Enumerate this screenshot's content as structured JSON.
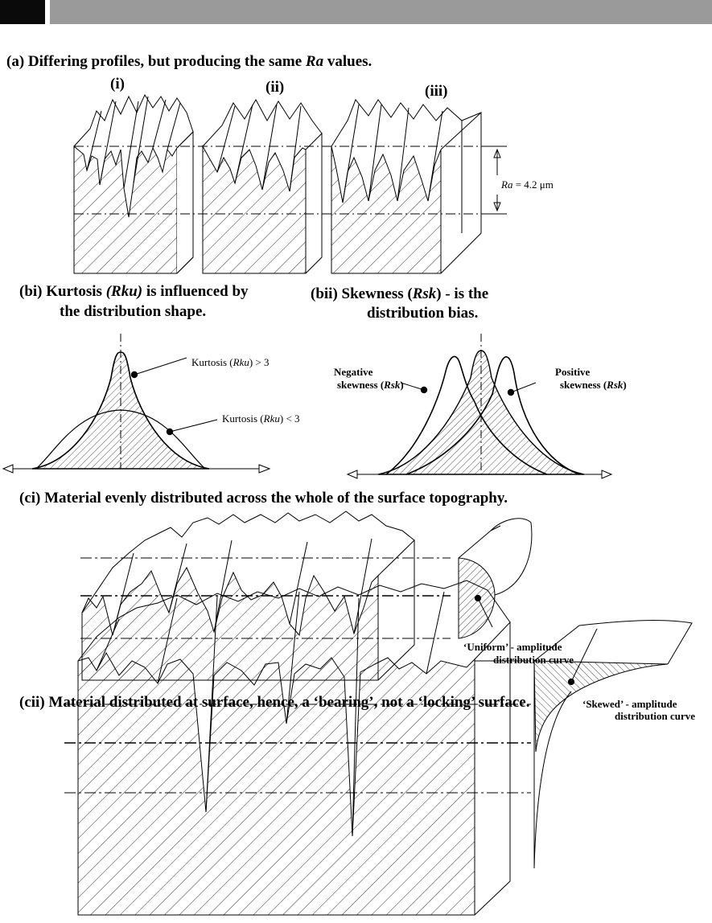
{
  "header": {
    "page_label": ""
  },
  "section_a": {
    "title_prefix": "(a) Differing profiles, but producing the same ",
    "title_param": "Ra",
    "title_suffix": " values.",
    "labels": [
      "(i)",
      "(ii)",
      "(iii)"
    ],
    "ra_prefix": "Ra",
    "ra_value": " = 4.2 μm"
  },
  "section_bi": {
    "title_line1_prefix": "(bi)  Kurtosis ",
    "title_line1_param": "(Rku)",
    "title_line1_suffix": " is influenced by",
    "title_line2": "the distribution shape.",
    "label_gt_prefix": "Kurtosis (",
    "label_gt_param": "Rku",
    "label_gt_suffix": ") > 3",
    "label_lt_prefix": "Kurtosis (",
    "label_lt_param": "Rku",
    "label_lt_suffix": ") < 3"
  },
  "section_bii": {
    "title_line1_prefix": "(bii) Skewness (",
    "title_line1_param": "Rsk",
    "title_line1_suffix": ") - is the",
    "title_line2": "distribution bias.",
    "neg_line1": "Negative",
    "neg_line2_prefix": "skewness (",
    "neg_line2_param": "Rsk",
    "neg_line2_suffix": ")",
    "pos_line1": "Positive",
    "pos_line2_prefix": "skewness (",
    "pos_line2_param": "Rsk",
    "pos_line2_suffix": ")"
  },
  "section_ci": {
    "title": "(ci) Material evenly distributed across the whole of the surface topography.",
    "curve_label_line1": "‘Uniform’ - amplitude",
    "curve_label_line2": "distribution curve"
  },
  "section_cii": {
    "title": "(cii) Material distributed at surface, hence, a ‘bearing’, not a ‘locking’ surface.",
    "curve_label_line1": "‘Skewed’ - amplitude",
    "curve_label_line2": "distribution curve"
  }
}
